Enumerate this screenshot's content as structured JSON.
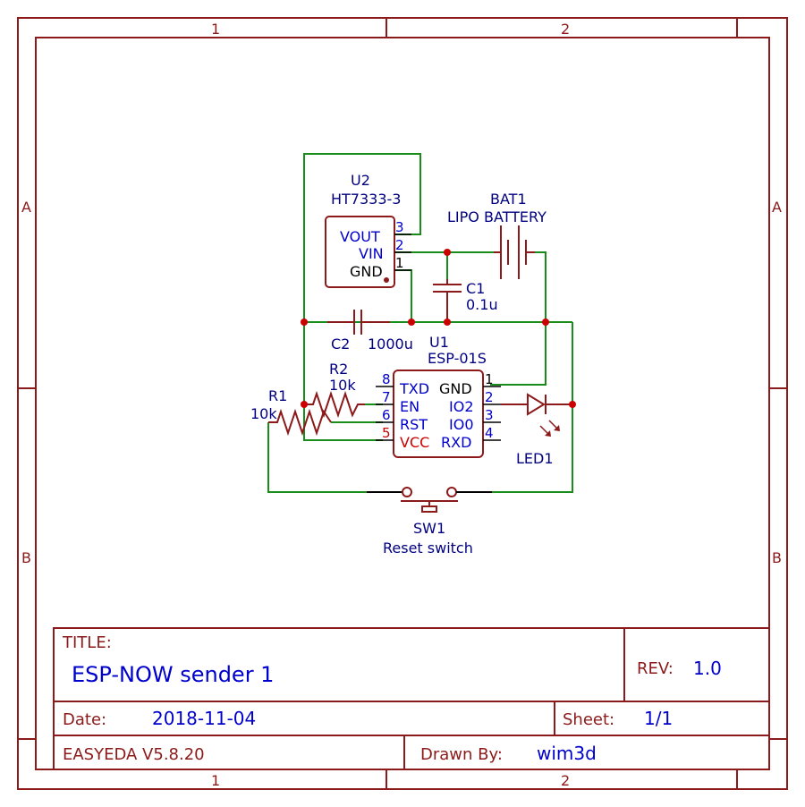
{
  "frame": {
    "col_labels": [
      "1",
      "2"
    ],
    "row_labels": [
      "A",
      "B"
    ]
  },
  "title_block": {
    "title_label": "TITLE:",
    "title": "ESP-NOW sender 1",
    "rev_label": "REV:",
    "rev": "1.0",
    "date_label": "Date:",
    "date": "2018-11-04",
    "sheet_label": "Sheet:",
    "sheet": "1/1",
    "tool": "EASYEDA V5.8.20",
    "drawn_by_label": "Drawn By:",
    "drawn_by": "wim3d"
  },
  "components": {
    "u2": {
      "ref": "U2",
      "value": "HT7333-3",
      "pins": [
        {
          "num": "3",
          "name": "VOUT"
        },
        {
          "num": "2",
          "name": "VIN"
        },
        {
          "num": "1",
          "name": "GND"
        }
      ]
    },
    "bat1": {
      "ref": "BAT1",
      "value": "LIPO BATTERY"
    },
    "c1": {
      "ref": "C1",
      "value": "0.1u"
    },
    "c2": {
      "ref": "C2",
      "value": "1000u"
    },
    "u1": {
      "ref": "U1",
      "value": "ESP-01S",
      "left_pins": [
        {
          "num": "8",
          "name": "TXD"
        },
        {
          "num": "7",
          "name": "EN"
        },
        {
          "num": "6",
          "name": "RST"
        },
        {
          "num": "5",
          "name": "VCC"
        }
      ],
      "right_pins": [
        {
          "num": "1",
          "name": "GND"
        },
        {
          "num": "2",
          "name": "IO2"
        },
        {
          "num": "3",
          "name": "IO0"
        },
        {
          "num": "4",
          "name": "RXD"
        }
      ]
    },
    "r2": {
      "ref": "R2",
      "value": "10k"
    },
    "r1": {
      "ref": "R1",
      "value": "10k"
    },
    "led1": {
      "ref": "LED1"
    },
    "sw1": {
      "ref": "SW1",
      "value": "Reset switch"
    }
  },
  "colors": {
    "frame": "#8c1a1a",
    "wire": "#1a8c1a",
    "junction": "#cc0000",
    "label": "#000080",
    "pin_text": "#0000cc",
    "power_pin": "#cc0000"
  }
}
